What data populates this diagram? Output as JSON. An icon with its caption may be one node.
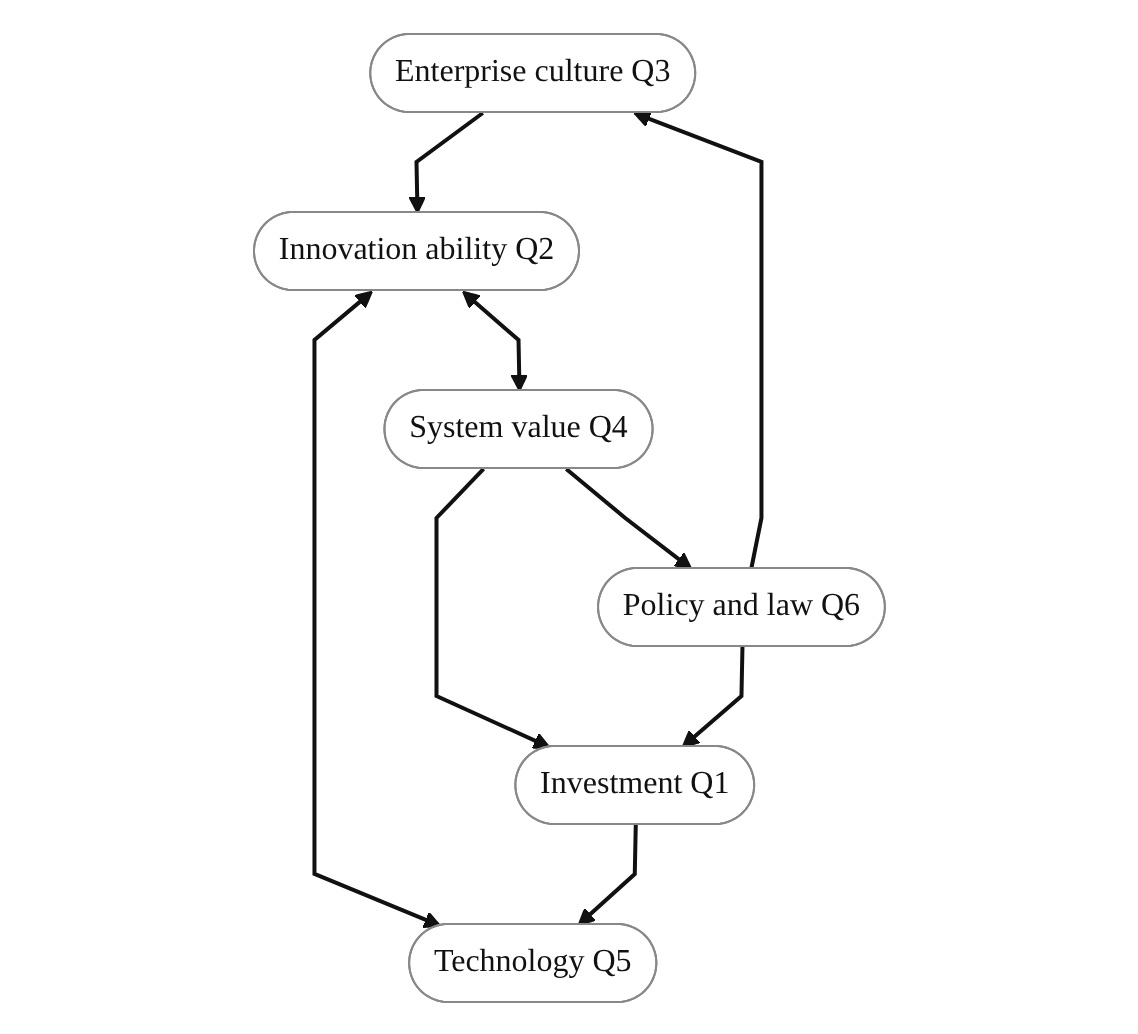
{
  "diagram": {
    "nodes": [
      {
        "text": [
          "Enterprise culture Q3"
        ]
      },
      {
        "text": [
          "Innovation ability Q2"
        ]
      },
      {
        "text": [
          "System value Q4"
        ]
      },
      {
        "text": [
          "Investment Q1"
        ]
      },
      {
        "text": [
          "Technology Q5"
        ]
      },
      {
        "text": [
          "Policy and law Q6"
        ]
      }
    ],
    "edges": [
      {
        "from": 0,
        "to": 1,
        "arrow": "to"
      },
      {
        "from": 1,
        "to": 2,
        "arrow": "both"
      },
      {
        "from": 2,
        "to": 3,
        "arrow": "to"
      },
      {
        "from": 1,
        "to": 4,
        "arrow": "both"
      },
      {
        "from": 3,
        "to": 4,
        "arrow": "to"
      },
      {
        "from": 5,
        "to": 0,
        "arrow": "to"
      },
      {
        "from": 5,
        "to": 3,
        "arrow": "to"
      },
      {
        "from": 2,
        "to": 5,
        "arrow": "to"
      }
    ]
  }
}
